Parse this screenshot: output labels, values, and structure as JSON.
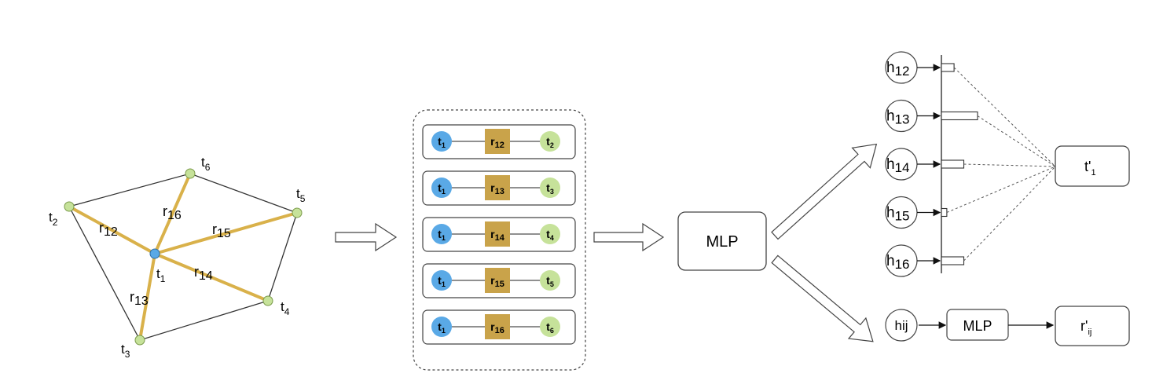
{
  "colors": {
    "center_node": "#5aa9e6",
    "outer_node": "#c6e29a",
    "edge_highlight": "#d9b14a",
    "relation_box": "#c9a34a",
    "line": "#333333"
  },
  "graph": {
    "center": {
      "base": "t",
      "sub": "1"
    },
    "outer_nodes": [
      {
        "base": "t",
        "sub": "2"
      },
      {
        "base": "t",
        "sub": "3"
      },
      {
        "base": "t",
        "sub": "4"
      },
      {
        "base": "t",
        "sub": "5"
      },
      {
        "base": "t",
        "sub": "6"
      }
    ],
    "edges": [
      {
        "base": "r",
        "sub": "12"
      },
      {
        "base": "r",
        "sub": "13"
      },
      {
        "base": "r",
        "sub": "14"
      },
      {
        "base": "r",
        "sub": "15"
      },
      {
        "base": "r",
        "sub": "16"
      }
    ]
  },
  "triples": [
    {
      "head": "t",
      "head_sub": "1",
      "rel": "r",
      "rel_sub": "12",
      "tail": "t",
      "tail_sub": "2"
    },
    {
      "head": "t",
      "head_sub": "1",
      "rel": "r",
      "rel_sub": "13",
      "tail": "t",
      "tail_sub": "3"
    },
    {
      "head": "t",
      "head_sub": "1",
      "rel": "r",
      "rel_sub": "14",
      "tail": "t",
      "tail_sub": "4"
    },
    {
      "head": "t",
      "head_sub": "1",
      "rel": "r",
      "rel_sub": "15",
      "tail": "t",
      "tail_sub": "5"
    },
    {
      "head": "t",
      "head_sub": "1",
      "rel": "r",
      "rel_sub": "16",
      "tail": "t",
      "tail_sub": "6"
    }
  ],
  "mlp_main": "MLP",
  "attention": {
    "inputs": [
      {
        "base": "h",
        "sub": "12",
        "weight": 0.35
      },
      {
        "base": "h",
        "sub": "13",
        "weight": 1.0
      },
      {
        "base": "h",
        "sub": "14",
        "weight": 0.62
      },
      {
        "base": "h",
        "sub": "15",
        "weight": 0.15
      },
      {
        "base": "h",
        "sub": "16",
        "weight": 0.62
      }
    ],
    "output": {
      "base": "t'",
      "sub": "1"
    }
  },
  "relation_path": {
    "input": "hij",
    "mlp": "MLP",
    "output": {
      "base": "r'",
      "sub": "ij"
    }
  }
}
